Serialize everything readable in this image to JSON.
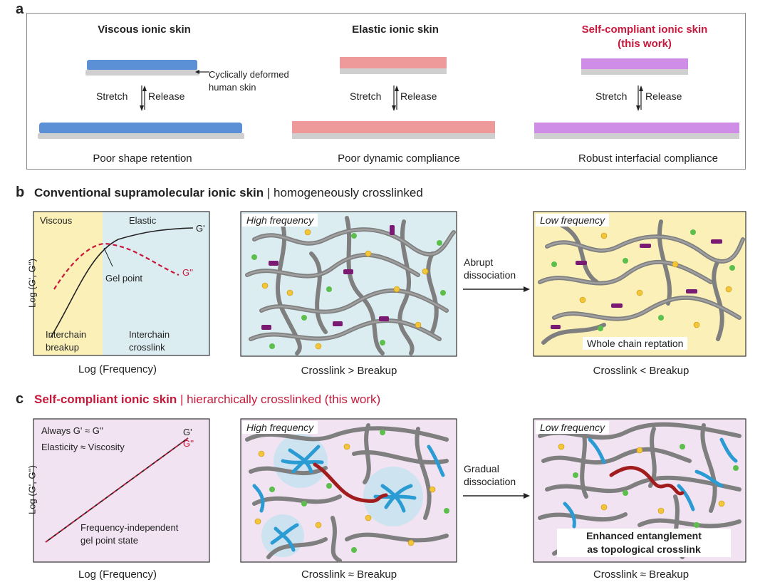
{
  "panel_a": {
    "letter": "a",
    "columns": [
      {
        "title": "Viscous ionic skin",
        "stretch": "Stretch",
        "release": "Release",
        "caption": "Poor shape retention"
      },
      {
        "title": "Elastic ionic skin",
        "stretch": "Stretch",
        "release": "Release",
        "caption": "Poor dynamic compliance"
      },
      {
        "title_line1": "Self-compliant ionic skin",
        "title_line2": "(this work)",
        "stretch": "Stretch",
        "release": "Release",
        "caption": "Robust interfacial compliance"
      }
    ],
    "annotation": [
      "Cyclically deformed",
      "human skin"
    ]
  },
  "panel_b": {
    "letter": "b",
    "title_bold": "Conventional supramolecular ionic skin",
    "title_rest": " | homogeneously crosslinked",
    "graph": {
      "viscous": "Viscous",
      "elastic": "Elastic",
      "g1": "G'",
      "g2": "G''",
      "gel_point": "Gel point",
      "breakup": [
        "Interchain",
        "breakup"
      ],
      "crosslink": [
        "Interchain",
        "crosslink"
      ],
      "ylabel": "Log (G', G'')",
      "xlabel": "Log (Frequency)"
    },
    "high_freq": "High frequency",
    "low_freq": "Low frequency",
    "arrow_label": [
      "Abrupt",
      "dissociation"
    ],
    "reptation": "Whole chain reptation",
    "caption_left": "Crosslink > Breakup",
    "caption_right": "Crosslink < Breakup"
  },
  "panel_c": {
    "letter": "c",
    "title_bold": "Self-compliant ionic skin",
    "title_rest": " | hierarchically crosslinked (this work)",
    "graph": {
      "line1": "Always G' ≈ G''",
      "line2": "Elasticity ≈ Viscosity",
      "g1": "G'",
      "g2": "G''",
      "note": [
        "Frequency-independent",
        "gel point state"
      ],
      "ylabel": "Log (G', G'')",
      "xlabel": "Log (Frequency)"
    },
    "high_freq": "High frequency",
    "low_freq": "Low frequency",
    "arrow_label": [
      "Gradual",
      "dissociation"
    ],
    "entangle": [
      "Enhanced entanglement",
      "as topological crosslink"
    ],
    "caption_left": "Crosslink ≈ Breakup",
    "caption_right": "Crosslink ≈ Breakup"
  },
  "colors": {
    "accent_red": "#c8193c",
    "viscous_blue": "#5b8fd6",
    "elastic_pink": "#ef9a9a",
    "compliant_purple": "#cf8de8",
    "crosslink_purple": "#7b1a72",
    "hbond_blue": "#2b9bd3",
    "chain_gray": "#8a8a8a",
    "cation_yellow": "#f3c53a",
    "anion_green": "#5cbf4c",
    "bg_light_blue": "#dcedf2",
    "bg_light_yellow": "#fbf1b8",
    "bg_light_purple": "#f1e3f1"
  }
}
